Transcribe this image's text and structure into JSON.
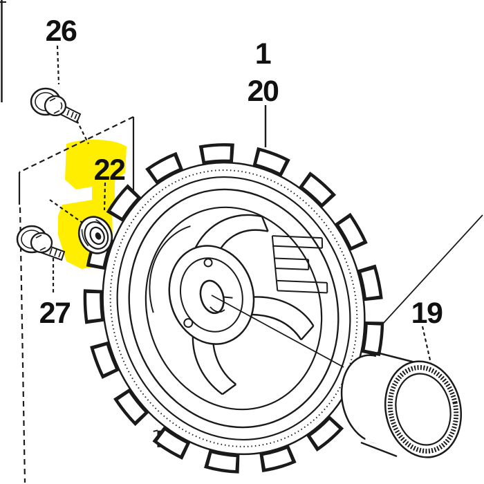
{
  "diagram": {
    "type": "exploded-parts-diagram",
    "background_color": "#ffffff",
    "line_color": "#1a1a1a",
    "highlight_color": "#ffee00",
    "callouts": [
      {
        "id": "26",
        "label": "26",
        "highlighted": false
      },
      {
        "id": "1",
        "label": "1",
        "highlighted": false
      },
      {
        "id": "20",
        "label": "20",
        "highlighted": false
      },
      {
        "id": "22",
        "label": "22",
        "highlighted": true
      },
      {
        "id": "27",
        "label": "27",
        "highlighted": false
      },
      {
        "id": "19",
        "label": "19",
        "highlighted": false
      }
    ]
  }
}
